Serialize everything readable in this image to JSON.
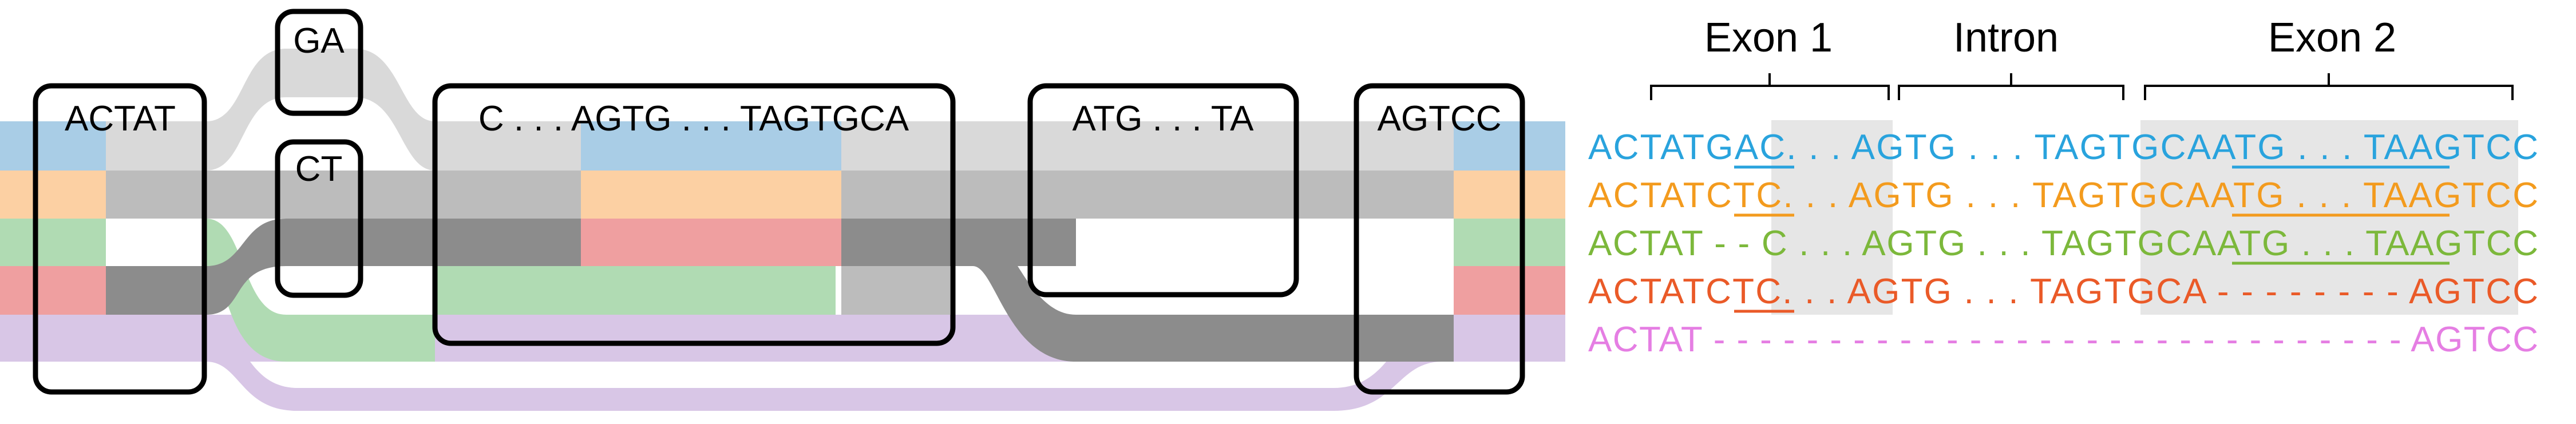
{
  "graph": {
    "node_labels": {
      "actat": "ACTAT",
      "ga": "GA",
      "ct": "CT",
      "middle": "C . . . AGTG . . . TAGTGCA",
      "atg": "ATG . . . TA",
      "agtcc": "AGTCC"
    }
  },
  "alignment": {
    "regions": [
      {
        "label": "Exon 1"
      },
      {
        "label": "Intron"
      },
      {
        "label": "Exon 2"
      }
    ],
    "rows": [
      {
        "id": "blue",
        "color": "#29a3dd",
        "segments": [
          "ACTAT",
          "GAC",
          ". . . AGTG . . . TAGTGCA",
          "ATG . . . TA",
          "AGTCC"
        ]
      },
      {
        "id": "orange",
        "color": "#f39b1e",
        "segments": [
          "ACTAT",
          "CTC",
          ". . . AGTG . . . TAGTGCA",
          "ATG . . . TA",
          "AGTCC"
        ]
      },
      {
        "id": "green",
        "color": "#7cb83b",
        "segments": [
          "ACTAT - - C . . . AGTG . . . TAGTGCA",
          "ATG . . . TA",
          "AGTCC"
        ]
      },
      {
        "id": "red",
        "color": "#ea5a28",
        "segments": [
          "ACTAT",
          "CTC",
          ". . . AGTG . . . TAGTGCA - - - - - - - - AGTCC"
        ]
      },
      {
        "id": "purple",
        "color": "#e57ee3",
        "segments": [
          "ACTAT - - - - - - - - - - - - - - - - - - - - - - - - - - - - - - AGTCC"
        ]
      }
    ]
  },
  "colors": {
    "blue_band": "#a9cde6",
    "orange_band": "#fcd0a3",
    "green_band": "#b0dbb3",
    "red_band": "#ef9fa0",
    "purple_band": "#d8c6e6",
    "grey_light": "#d9d9d9",
    "grey_mid": "#bcbcbc",
    "grey_dark": "#8c8c8c"
  }
}
